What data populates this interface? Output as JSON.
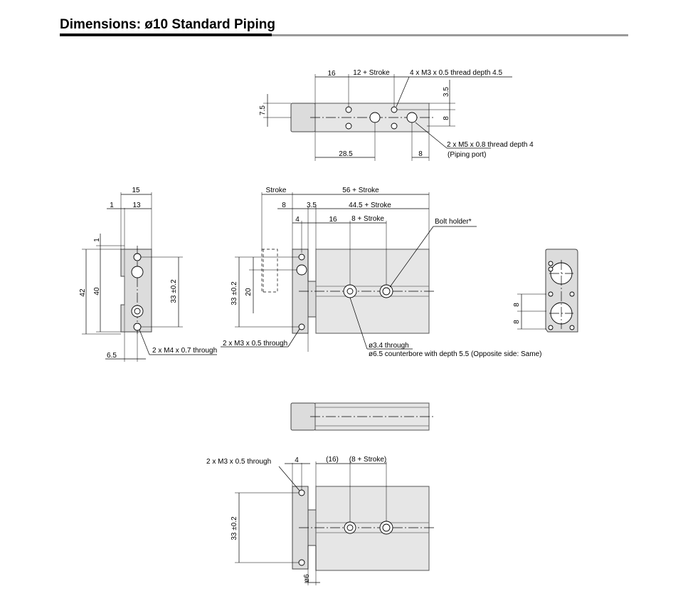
{
  "heading": "Dimensions: ø10 Standard Piping",
  "top_view": {
    "dim_16": "16",
    "dim_stroke": "12 + Stroke",
    "thread_note": "4 x M3 x 0.5 thread depth 4.5",
    "dim_3_5": "3.5",
    "dim_7_5": "7.5",
    "dim_8_right": "8",
    "dim_28_5": "28.5",
    "dim_8_bottom": "8",
    "port_note": "2 x M5 x 0.8 thread depth 4",
    "port_label": "(Piping port)"
  },
  "side_view": {
    "dim_15": "15",
    "dim_1": "1",
    "dim_13": "13",
    "dim_1_vert": "1",
    "dim_42": "42",
    "dim_40": "40",
    "dim_33": "33 ±0.2",
    "dim_6_5": "6.5",
    "through_note": "2 x M4 x 0.7 through"
  },
  "front_view": {
    "stroke": "Stroke",
    "dim_56": "56 + Stroke",
    "dim_8": "8",
    "dim_3_5": "3.5",
    "dim_44_5": "44.5 + Stroke",
    "dim_4": "4",
    "dim_16": "16",
    "dim_8_stroke": "8 + Stroke",
    "bolt_holder": "Bolt holder*",
    "dim_33": "33 ±0.2",
    "dim_20": "20",
    "through_note": "2 x M3 x 0.5 through",
    "hole_note": "ø3.4 through",
    "cbore_note": "ø6.5 counterbore with depth 5.5 (Opposite side: Same)"
  },
  "end_view": {
    "dim_8_top": "8",
    "dim_8_bottom": "8"
  },
  "bottom_view": {
    "through_note": "2 x M3 x 0.5 through",
    "dim_4": "4",
    "dim_16": "(16)",
    "dim_8_stroke": "(8 + Stroke)",
    "dim_33": "33 ±0.2",
    "dim_phi6": "ø6"
  }
}
